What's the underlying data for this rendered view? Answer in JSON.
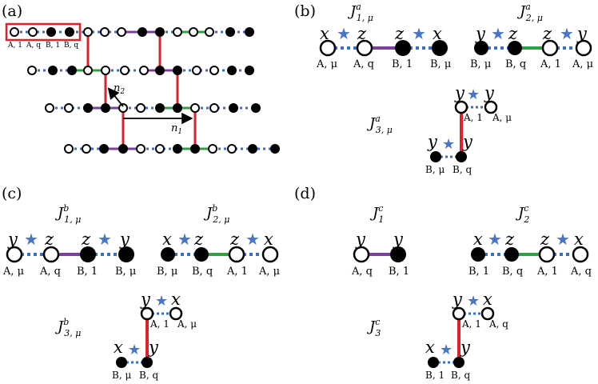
{
  "panels": {
    "a": "(a)",
    "b": "(b)",
    "c": "(c)",
    "d": "(d)"
  },
  "panel_a": {
    "site_labels": [
      "A, 1",
      "A, q",
      "B, 1",
      "B, q"
    ],
    "vector_n1": "n1",
    "vector_n2": "n2"
  },
  "panel_b": {
    "J1": {
      "main": "J",
      "sup": "a",
      "sub": "1, μ"
    },
    "J2": {
      "main": "J",
      "sup": "a",
      "sub": "2, μ"
    },
    "J3": {
      "main": "J",
      "sup": "a",
      "sub": "3, μ"
    },
    "bond1": {
      "spins": [
        "x",
        "z",
        "z",
        "x"
      ],
      "sites": [
        "A, μ",
        "A, q",
        "B, 1",
        "B, μ"
      ]
    },
    "bond2": {
      "spins": [
        "y",
        "z",
        "z",
        "y"
      ],
      "sites": [
        "B, μ",
        "B, q",
        "A, 1",
        "A, μ"
      ]
    },
    "bond3": {
      "spins_top": [
        "y",
        "y"
      ],
      "sites_top": [
        "A, 1",
        "A, μ"
      ],
      "spins_bottom": [
        "y",
        "y"
      ],
      "sites_bottom": [
        "B, μ",
        "B, q"
      ]
    }
  },
  "panel_c": {
    "J1": {
      "main": "J",
      "sup": "b",
      "sub": "1, μ"
    },
    "J2": {
      "main": "J",
      "sup": "b",
      "sub": "2, μ"
    },
    "J3": {
      "main": "J",
      "sup": "b",
      "sub": "3, μ"
    },
    "bond1": {
      "spins": [
        "y",
        "z",
        "z",
        "y"
      ],
      "sites": [
        "A, μ",
        "A, q",
        "B, 1",
        "B, μ"
      ]
    },
    "bond2": {
      "spins": [
        "x",
        "z",
        "z",
        "x"
      ],
      "sites": [
        "B, μ",
        "B, q",
        "A, 1",
        "A, μ"
      ]
    },
    "bond3": {
      "spins_top": [
        "y",
        "x"
      ],
      "sites_top": [
        "A, 1",
        "A, μ"
      ],
      "spins_bottom": [
        "x",
        "y"
      ],
      "sites_bottom": [
        "B, μ",
        "B, q"
      ]
    }
  },
  "panel_d": {
    "J1": {
      "main": "J",
      "sup": "c",
      "sub": "1"
    },
    "J2": {
      "main": "J",
      "sup": "c",
      "sub": "2"
    },
    "J3": {
      "main": "J",
      "sup": "c",
      "sub": "3"
    },
    "bond1": {
      "spins": [
        "y",
        "y"
      ],
      "sites": [
        "A, q",
        "B, 1"
      ]
    },
    "bond2": {
      "spins": [
        "x",
        "z",
        "z",
        "x"
      ],
      "sites": [
        "B, 1",
        "B, q",
        "A, 1",
        "A, q"
      ]
    },
    "bond3": {
      "spins_top": [
        "y",
        "x"
      ],
      "sites_top": [
        "A, 1",
        "A, q"
      ],
      "spins_bottom": [
        "x",
        "y"
      ],
      "sites_bottom": [
        "B, 1",
        "B, q"
      ]
    }
  },
  "colors": {
    "purple_bond": "#7b3f9e",
    "green_bond": "#2ea043",
    "red_bond": "#e0202a",
    "blue_dotted": "#3b6fc0",
    "star": "#4a74c4",
    "highlight_box": "#e0202a"
  }
}
